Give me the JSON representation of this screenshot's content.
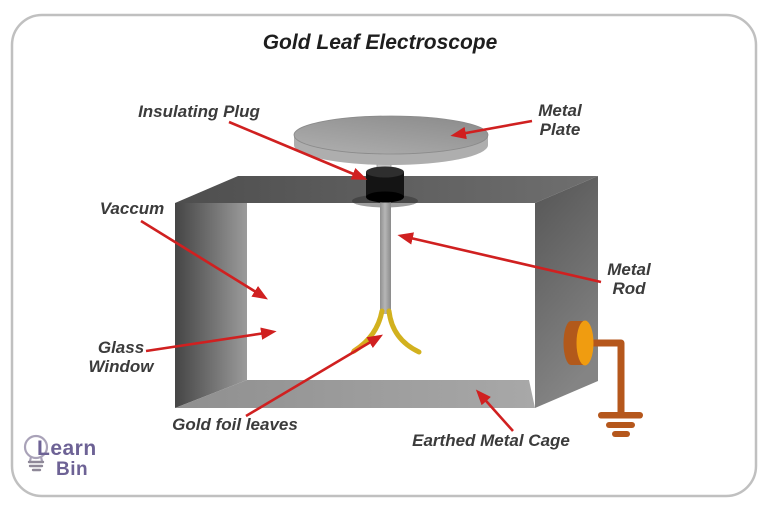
{
  "title": "Gold Leaf Electroscope",
  "labels": {
    "insulating_plug": "Insulating Plug",
    "metal_plate_line1": "Metal",
    "metal_plate_line2": "Plate",
    "vaccum": "Vaccum",
    "glass_window_line1": "Glass",
    "glass_window_line2": "Window",
    "metal_rod_line1": "Metal",
    "metal_rod_line2": "Rod",
    "gold_foil_leaves": "Gold foil leaves",
    "earthed_metal_cage": "Earthed Metal Cage"
  },
  "logo": {
    "line1": "Learn",
    "line2": "Bin"
  },
  "colors": {
    "arrow": "#d02020",
    "gold": "#d2b11e",
    "gold-hi": "#e59f25",
    "wire": "#b5571c",
    "knob": "#f09c10",
    "knob-dark": "#b2591b",
    "label": "#3b3b3b",
    "title": "#1e1e1e",
    "logo-purple": "#6d6295",
    "logo-bulb": "#a9a2b8",
    "logo-base": "#8e8898",
    "border": "#c0c0c0"
  }
}
